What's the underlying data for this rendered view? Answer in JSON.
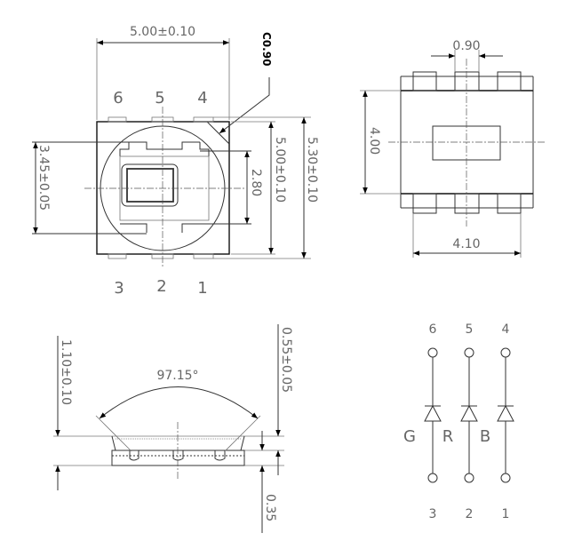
{
  "top_view": {
    "width_dim": "5.00±0.10",
    "chamfer": "C0.90",
    "body_dim": "5.00±0.10",
    "overall_dim": "5.30±0.10",
    "lens_dim": "3.45±0.05",
    "cavity_dim": "2.80",
    "pins_top": [
      "6",
      "5",
      "4"
    ],
    "pins_bottom": [
      "3",
      "2",
      "1"
    ]
  },
  "bottom_view": {
    "pad_width": "0.90",
    "height_dim": "4.00",
    "pitch_span": "4.10"
  },
  "side_view": {
    "height_total": "1.10±0.10",
    "upper": "0.55±0.05",
    "lower": "0.35",
    "angle": "97.15°"
  },
  "circuit": {
    "pins_top": [
      "6",
      "5",
      "4"
    ],
    "pins_bottom": [
      "3",
      "2",
      "1"
    ],
    "colors": [
      "G",
      "R",
      "B"
    ]
  }
}
